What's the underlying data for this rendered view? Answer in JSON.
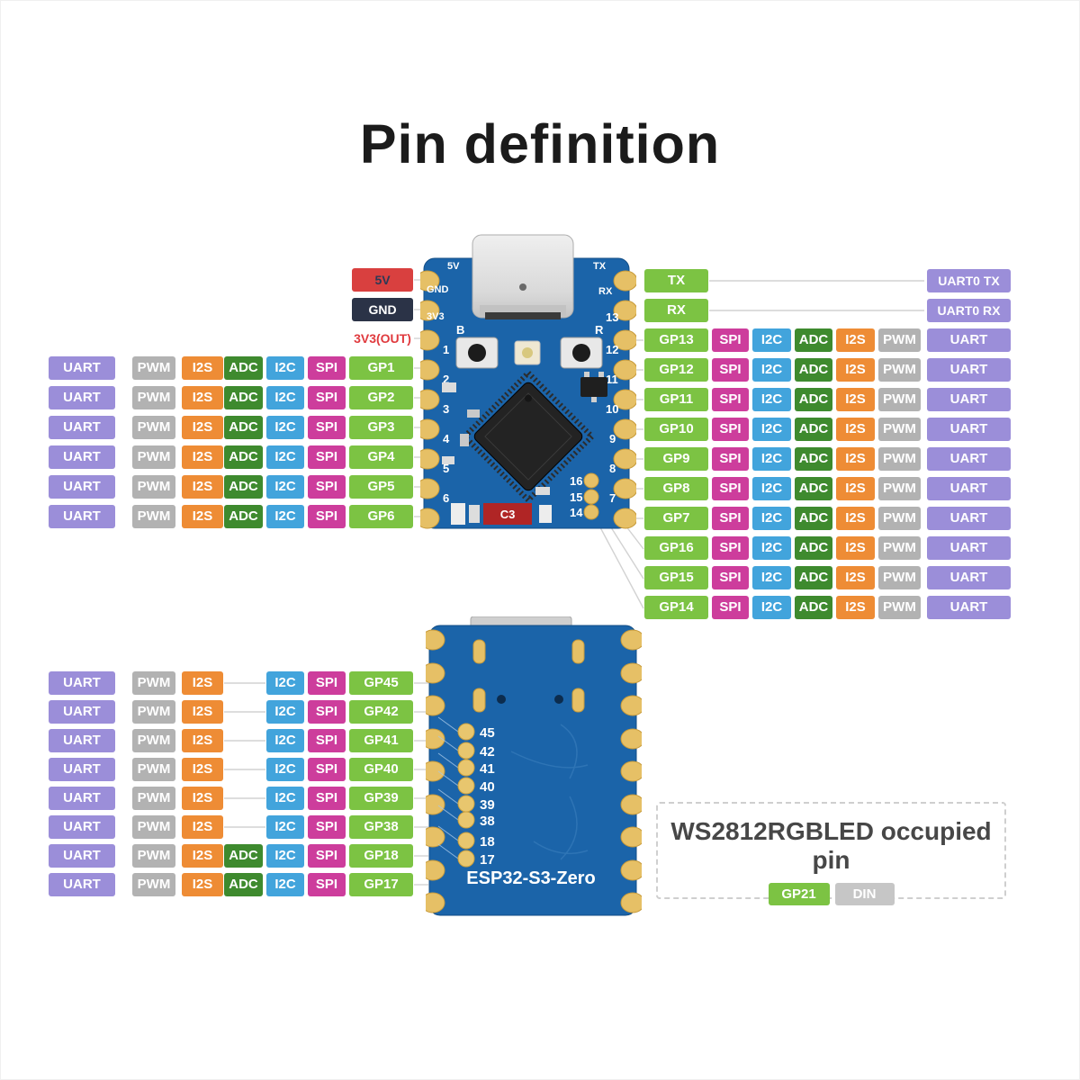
{
  "title": "Pin definition",
  "function_colors": {
    "UART": "#9b8ed9",
    "PWM": "#b2b2b2",
    "I2S": "#ee8c35",
    "ADC": "#3e8a2e",
    "I2C": "#42a4dc",
    "SPI": "#cd3d9c",
    "GP": "#7cc343"
  },
  "power_pins": [
    {
      "label": "5V"
    },
    {
      "label": "GND"
    },
    {
      "label": "3V3(OUT)"
    }
  ],
  "serial": {
    "tx_pin": "TX",
    "rx_pin": "RX",
    "tx_mapped": "UART0 TX",
    "rx_mapped": "UART0 RX"
  },
  "pin_rows": {
    "left_top": [
      {
        "gp": "GP1",
        "funcs": [
          "UART",
          "PWM",
          "I2S",
          "ADC",
          "I2C",
          "SPI"
        ]
      },
      {
        "gp": "GP2",
        "funcs": [
          "UART",
          "PWM",
          "I2S",
          "ADC",
          "I2C",
          "SPI"
        ]
      },
      {
        "gp": "GP3",
        "funcs": [
          "UART",
          "PWM",
          "I2S",
          "ADC",
          "I2C",
          "SPI"
        ]
      },
      {
        "gp": "GP4",
        "funcs": [
          "UART",
          "PWM",
          "I2S",
          "ADC",
          "I2C",
          "SPI"
        ]
      },
      {
        "gp": "GP5",
        "funcs": [
          "UART",
          "PWM",
          "I2S",
          "ADC",
          "I2C",
          "SPI"
        ]
      },
      {
        "gp": "GP6",
        "funcs": [
          "UART",
          "PWM",
          "I2S",
          "ADC",
          "I2C",
          "SPI"
        ]
      }
    ],
    "right": [
      {
        "gp": "GP13",
        "funcs": [
          "SPI",
          "I2C",
          "ADC",
          "I2S",
          "PWM",
          "UART"
        ]
      },
      {
        "gp": "GP12",
        "funcs": [
          "SPI",
          "I2C",
          "ADC",
          "I2S",
          "PWM",
          "UART"
        ]
      },
      {
        "gp": "GP11",
        "funcs": [
          "SPI",
          "I2C",
          "ADC",
          "I2S",
          "PWM",
          "UART"
        ]
      },
      {
        "gp": "GP10",
        "funcs": [
          "SPI",
          "I2C",
          "ADC",
          "I2S",
          "PWM",
          "UART"
        ]
      },
      {
        "gp": "GP9",
        "funcs": [
          "SPI",
          "I2C",
          "ADC",
          "I2S",
          "PWM",
          "UART"
        ]
      },
      {
        "gp": "GP8",
        "funcs": [
          "SPI",
          "I2C",
          "ADC",
          "I2S",
          "PWM",
          "UART"
        ]
      },
      {
        "gp": "GP7",
        "funcs": [
          "SPI",
          "I2C",
          "ADC",
          "I2S",
          "PWM",
          "UART"
        ]
      },
      {
        "gp": "GP16",
        "funcs": [
          "SPI",
          "I2C",
          "ADC",
          "I2S",
          "PWM",
          "UART"
        ]
      },
      {
        "gp": "GP15",
        "funcs": [
          "SPI",
          "I2C",
          "ADC",
          "I2S",
          "PWM",
          "UART"
        ]
      },
      {
        "gp": "GP14",
        "funcs": [
          "SPI",
          "I2C",
          "ADC",
          "I2S",
          "PWM",
          "UART"
        ]
      }
    ],
    "left_bottom": [
      {
        "gp": "GP45",
        "funcs": [
          "UART",
          "PWM",
          "I2S",
          "I2C",
          "SPI"
        ]
      },
      {
        "gp": "GP42",
        "funcs": [
          "UART",
          "PWM",
          "I2S",
          "I2C",
          "SPI"
        ]
      },
      {
        "gp": "GP41",
        "funcs": [
          "UART",
          "PWM",
          "I2S",
          "I2C",
          "SPI"
        ]
      },
      {
        "gp": "GP40",
        "funcs": [
          "UART",
          "PWM",
          "I2S",
          "I2C",
          "SPI"
        ]
      },
      {
        "gp": "GP39",
        "funcs": [
          "UART",
          "PWM",
          "I2S",
          "I2C",
          "SPI"
        ]
      },
      {
        "gp": "GP38",
        "funcs": [
          "UART",
          "PWM",
          "I2S",
          "I2C",
          "SPI"
        ]
      },
      {
        "gp": "GP18",
        "funcs": [
          "UART",
          "PWM",
          "I2S",
          "ADC",
          "I2C",
          "SPI"
        ]
      },
      {
        "gp": "GP17",
        "funcs": [
          "UART",
          "PWM",
          "I2S",
          "ADC",
          "I2C",
          "SPI"
        ]
      }
    ]
  },
  "boards": {
    "top": {
      "left_silk": [
        "5V",
        "GND",
        "3V3"
      ],
      "left_numbers": [
        "1",
        "2",
        "3",
        "4",
        "5",
        "6"
      ],
      "right_silk": [
        "TX",
        "RX"
      ],
      "right_numbers": [
        "13",
        "12",
        "11",
        "10",
        "9",
        "8",
        "7"
      ],
      "inner_numbers": [
        "16",
        "15",
        "14"
      ],
      "button_left": "B",
      "button_right": "R",
      "component_label": "C3"
    },
    "bottom": {
      "name": "ESP32-S3-Zero",
      "pin_numbers": [
        "45",
        "42",
        "41",
        "40",
        "39",
        "38",
        "18",
        "17"
      ]
    }
  },
  "ws2812_box": {
    "title": "WS2812RGBLED occupied pin",
    "pins": [
      {
        "label": "GP21",
        "type": "gp"
      },
      {
        "label": "DIN",
        "type": "din"
      }
    ]
  }
}
